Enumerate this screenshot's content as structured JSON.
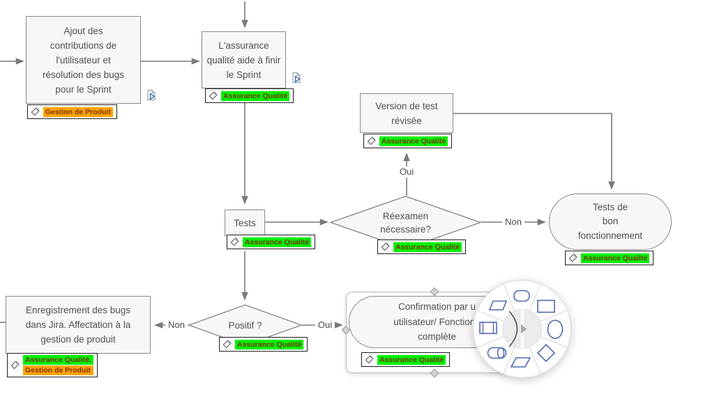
{
  "colors": {
    "tag_green": "#00f000",
    "tag_orange": "#ffa300",
    "tag_text": "#7d3200",
    "connector_gray": "#7a7a7a",
    "shape_border": "#8a8a8a",
    "shape_fill": "#f7f7f7",
    "menu_icon_blue": "#4f69ad"
  },
  "nodes": {
    "ajout": {
      "text": "Ajout des contributions de l'utilisateur et résolution des bugs pour le Sprint",
      "tag": "Gestion de Produit"
    },
    "assurance": {
      "text": "L'assurance qualité aide à finir le Sprint",
      "tag": "Assurance Qualité"
    },
    "version": {
      "text": "Version de test révisée",
      "tag": "Assurance Qualité"
    },
    "tests": {
      "text": "Tests",
      "tag": "Assurance Qualité"
    },
    "reexamen": {
      "text": "Réexamen nécessaire?",
      "tag": "Assurance Qualité"
    },
    "tests_bon": {
      "line1": "Tests de",
      "line2": "bon",
      "line3": "fonctionnement",
      "tag": "Assurance Qualité"
    },
    "enregistrement": {
      "text": "Enregistrement des bugs dans Jira. Affectation à la gestion de produit",
      "tag1": "Assurance Qualité,",
      "tag2": "Gestion de Produit"
    },
    "positif": {
      "text": "Positif ?",
      "tag": "Assurance Qualité"
    },
    "confirmation": {
      "line1": "Confirmation par u",
      "line2": "utilisateur/ Fonctionn",
      "line3": "complète",
      "tag": "Assurance Qualité"
    }
  },
  "edge_labels": {
    "oui_version": "Oui",
    "non_reexamen": "Non",
    "non_positif": "Non",
    "oui_positif": "Oui"
  },
  "radial_menu": {
    "shapes": [
      "rounded-rectangle",
      "rectangle",
      "ellipse",
      "diamond",
      "parallelogram",
      "direct-data",
      "predefined-process",
      "document"
    ]
  }
}
